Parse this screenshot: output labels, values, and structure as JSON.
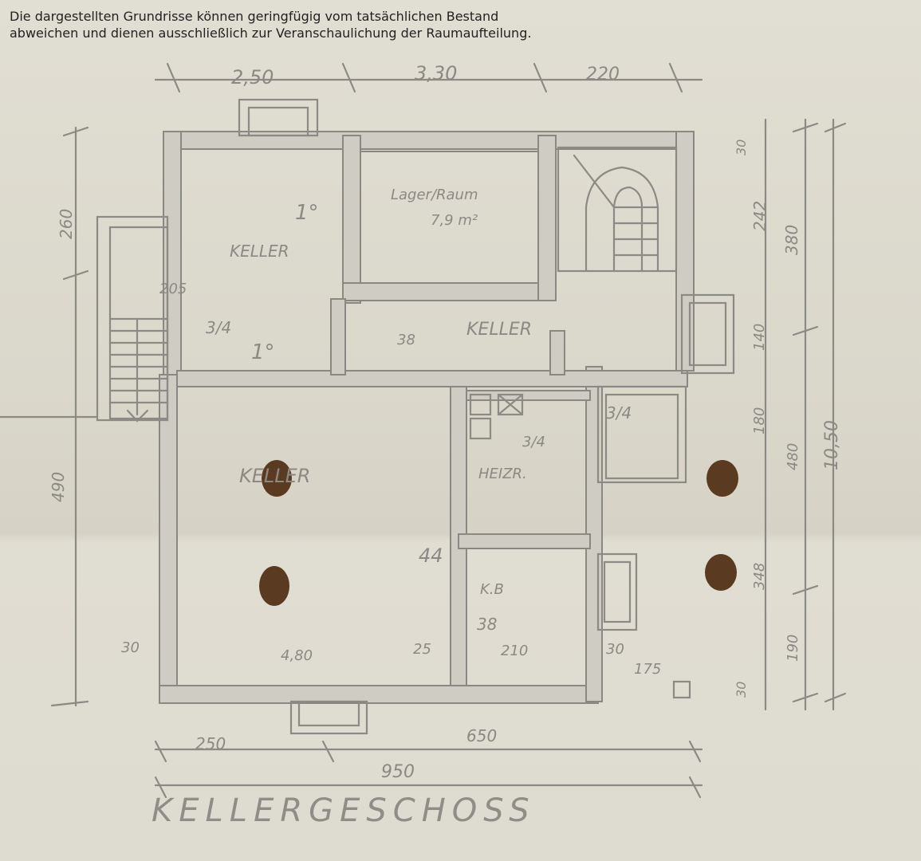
{
  "disclaimer": {
    "line1": "Die dargestellten Grundrisse können geringfügig vom tatsächlichen Bestand",
    "line2": "abweichen und dienen ausschließlich zur Veranschaulichung der Raumaufteilung."
  },
  "plan": {
    "title": "KELLERGESCHOSS",
    "rooms": {
      "keller_nw": "KELLER",
      "lagerraum": "Lager/Raum",
      "lagerraum_area": "7,9 m²",
      "keller_center": "KELLER",
      "keller_sw": "KELLER",
      "heizraum": "HEIZR.",
      "kb": "K.B"
    },
    "dimensions": {
      "top_1": "2,50",
      "top_2": "3,30",
      "top_3": "220",
      "left_1": "260",
      "left_2": "205",
      "left_3": "490",
      "right_1": "242",
      "right_2": "380",
      "right_3": "140",
      "right_4": "180",
      "right_5": "480",
      "right_6": "10,50",
      "right_7": "348",
      "right_8": "190",
      "right_9": "30",
      "right_10": "30",
      "bottom_1": "250",
      "bottom_2": "650",
      "bottom_3": "950",
      "inner_38a": "38",
      "inner_38b": "38",
      "inner_480": "4,80",
      "inner_210": "210",
      "inner_30a": "30",
      "inner_30b": "30",
      "inner_25": "25",
      "inner_175": "175",
      "inner_314a": "3/4",
      "inner_314b": "3/4",
      "inner_314c": "3/4",
      "inner_1a": "1°",
      "inner_1b": "1°",
      "inner_44": "44"
    }
  }
}
